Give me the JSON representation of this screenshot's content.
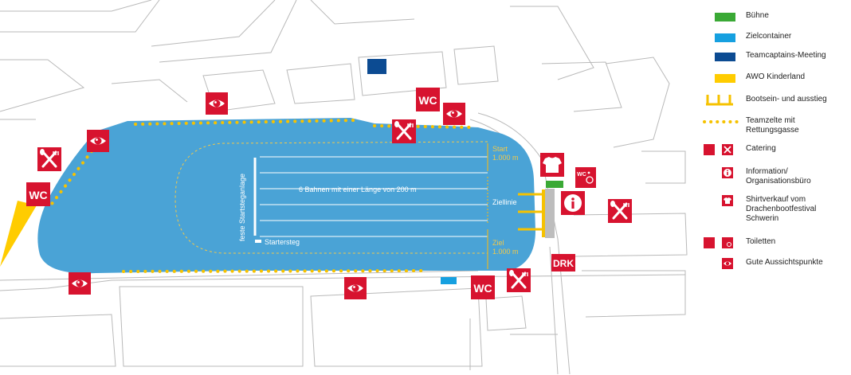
{
  "colors": {
    "water": "#4aa3d6",
    "marker_red": "#d7132f",
    "stage_green": "#3aa935",
    "container_blue": "#16a0e0",
    "meeting_blue": "#0c4b92",
    "kinderland_yellow": "#ffcc00",
    "dots_yellow": "#f6c200",
    "lane_yellow": "#e3b72d",
    "street_outline": "#b9b9b9"
  },
  "map": {
    "start_label": "Start",
    "start_distance": "1.000 m",
    "finish_label": "Ziel",
    "finish_distance": "1.000 m",
    "finish_line_label": "Ziellinie",
    "lanes_label": "6 Bahnen mit einer Länge von 200 m",
    "fixed_jetty_label": "feste Startsteganlage",
    "starter_jetty_label": "Startersteg",
    "lane_count": 6,
    "markers": {
      "wc_label": "WC",
      "drk_label": "DRK"
    }
  },
  "legend": {
    "items": [
      {
        "icon": "stage-green-square",
        "label": "Bühne"
      },
      {
        "icon": "finish-container-blue",
        "label": "Zielcontainer"
      },
      {
        "icon": "meeting-darkblue-square",
        "label": "Teamcaptains-Meeting"
      },
      {
        "icon": "kinderland-yellow-square",
        "label": "AWO Kinderland"
      },
      {
        "icon": "jetty-icon",
        "label": "Bootsein- und ausstieg"
      },
      {
        "icon": "dotted-line-icon",
        "label": "Teamzelte mit\nRettungsgasse"
      },
      {
        "icon": "catering-icon",
        "label": "Catering"
      },
      {
        "icon": "info-icon",
        "label": "Information/\nOrganisationsbüro"
      },
      {
        "icon": "shirt-icon",
        "label": "Shirtverkauf vom\nDrachenbootfestival\nSchwerin"
      },
      {
        "icon": "toilet-icon",
        "label": "Toiletten"
      },
      {
        "icon": "eye-icon",
        "label": "Gute Aussichtspunkte"
      }
    ]
  }
}
